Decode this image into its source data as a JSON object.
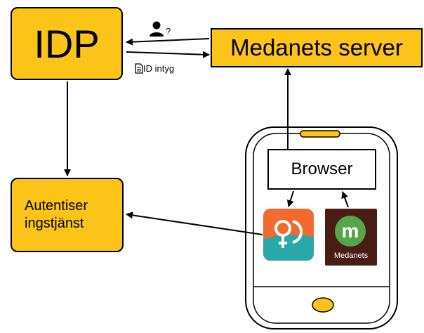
{
  "nodes": {
    "idp": "IDP",
    "server": "Medanets server",
    "auth_line1": "Autentiser",
    "auth_line2": "ingstjänst",
    "browser": "Browser"
  },
  "edges": {
    "user_query": "?",
    "id_claim": "ID intyg"
  },
  "apps": {
    "medanets_label": "Medanets",
    "medanets_letter": "m"
  },
  "icons": {
    "user": "user-icon",
    "document": "document-icon",
    "bankid": "bankid-app-icon",
    "medanets": "medanets-app-icon"
  },
  "colors": {
    "node_fill": "#fcc419",
    "bankid_orange": "#f26a2e",
    "bankid_teal": "#2aa7a8",
    "medanets_bg": "#4a1d14",
    "medanets_green": "#55a64b",
    "phone_button": "#fcc419"
  }
}
